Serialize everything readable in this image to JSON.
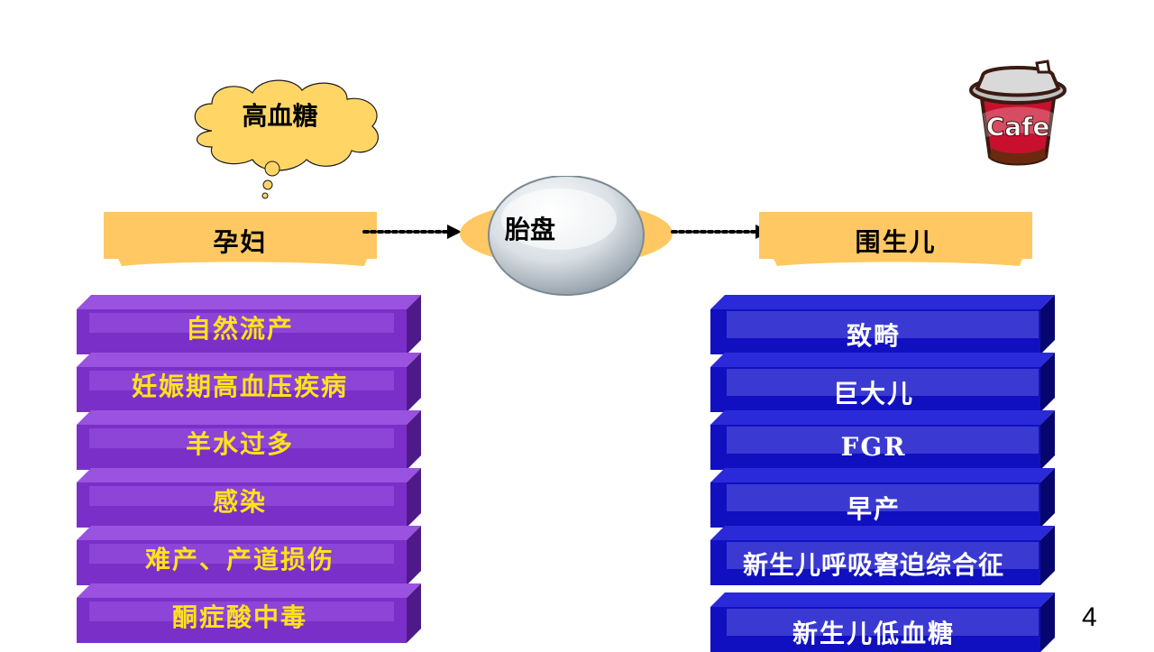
{
  "cloud": {
    "label": "高血糖"
  },
  "mother": {
    "label": "孕妇"
  },
  "placenta": {
    "label": "胎盘"
  },
  "fetus": {
    "label": "围生儿"
  },
  "maternal_outcomes": [
    "自然流产",
    "妊娠期高血压疾病",
    "羊水过多",
    "感染",
    "难产、产道损伤",
    "酮症酸中毒"
  ],
  "fetal_outcomes": [
    "致畸",
    "巨大儿",
    "FGR",
    "早产",
    "新生儿呼吸窘迫综合征",
    "新生儿低血糖"
  ],
  "cafe_logo_text": "Cafe",
  "page_number": "4",
  "colors": {
    "banner": "#ffc862",
    "cloud": "#ffd666",
    "maternal_block": "#7b2fc9",
    "fetal_block": "#1010c0",
    "maternal_text": "#ffe21a",
    "fetal_text": "#ffffff"
  }
}
